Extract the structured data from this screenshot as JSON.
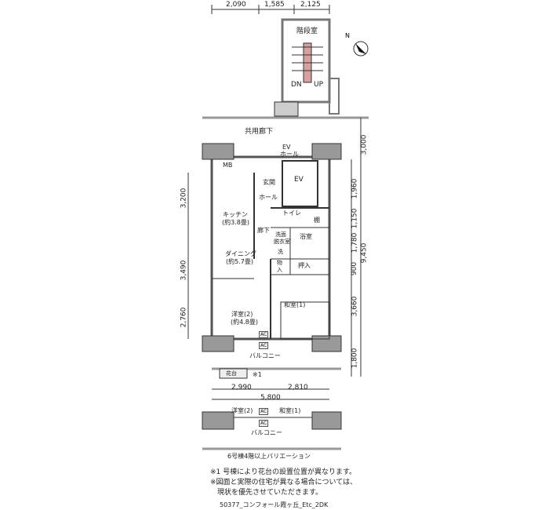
{
  "top_dims": [
    "2,090",
    "1,585",
    "2,125"
  ],
  "stair": {
    "label": "階段室",
    "dn": "DN",
    "up": "UP"
  },
  "corridor": "共用廊下",
  "rooms": {
    "ev_hall": "EV\nホール",
    "ev_hall_1": "EV",
    "ev_hall_2": "ホール",
    "mb": "MB",
    "ev": "EV",
    "entrance": "玄関",
    "hall": "ホール",
    "kitchen": "キッチン",
    "kitchen_size": "(約3.8畳)",
    "toilet": "トイレ",
    "shelf": "棚",
    "corridor": "廊下",
    "washroom_1": "洗面",
    "washroom_2": "脱衣室",
    "bath": "浴室",
    "washer": "洗",
    "storage_1": "物",
    "storage_2": "入",
    "closet": "押入",
    "dining": "ダイニング",
    "dining_size": "(約5.7畳)",
    "washitsu": "和室(1)",
    "yoshitsu": "洋室(2)",
    "yoshitsu_size": "(約4.8畳)",
    "ac": "AC",
    "balcony": "バルコニー",
    "planter": "花台",
    "note_mark": "※1"
  },
  "left_dims": [
    "3,200",
    "3,490",
    "2,760"
  ],
  "right_dims": [
    "3,000",
    "1,960",
    "1,150",
    "1,780",
    "900",
    "3,660",
    "1,800"
  ],
  "total_depth": "9,450",
  "bottom_dims": [
    "2,990",
    "2,810"
  ],
  "total_width": "5,800",
  "variation": {
    "yoshitsu": "洋室(2)",
    "washitsu": "和室(1)",
    "ac": "AC",
    "balcony": "バルコニー",
    "caption": "6号棟4階以上バリエーション"
  },
  "notes": [
    "※1 号棟により花台の設置位置が異なります。",
    "※図面と実際の住宅が異なる場合については、",
    "　現状を優先させていただきます。"
  ],
  "footer": "50377_コンフォール霞ヶ丘_Etc_2DK"
}
